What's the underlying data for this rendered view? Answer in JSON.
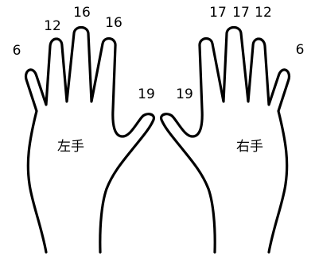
{
  "left_hand": {
    "label": "左手",
    "finger_counts": {
      "little": "6",
      "ring": "12",
      "middle": "16",
      "index": "16",
      "thumb": "19"
    }
  },
  "right_hand": {
    "label": "右手",
    "finger_counts": {
      "thumb": "19",
      "index": "17",
      "middle": "17",
      "ring": "12",
      "little": "6"
    }
  },
  "colors": {
    "outline": "#000000",
    "background": "#ffffff"
  }
}
